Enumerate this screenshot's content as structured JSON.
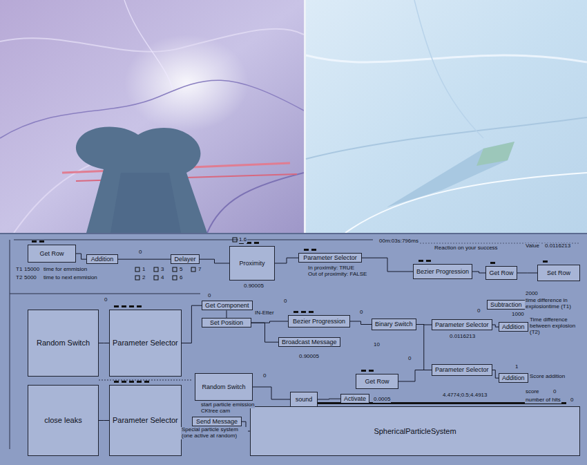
{
  "diagram": {
    "nodes": [
      {
        "text": [
          "Get Row"
        ]
      },
      {
        "text": [
          "Addition"
        ]
      },
      {
        "text": [
          "Delayer"
        ]
      },
      {
        "text": [
          "Proximity"
        ]
      },
      {
        "text": [
          "Parameter Selector"
        ]
      },
      {
        "text": [
          "Bezier Progression"
        ]
      },
      {
        "text": [
          "Get Row"
        ]
      },
      {
        "text": [
          "Set Row"
        ]
      },
      {
        "text": [
          "Random Switch"
        ]
      },
      {
        "text": [
          "Parameter Selector"
        ]
      },
      {
        "text": [
          "Get Component"
        ]
      },
      {
        "text": [
          "Set Position"
        ]
      },
      {
        "text": [
          "Bezier Progression"
        ]
      },
      {
        "text": [
          "Binary Switch"
        ]
      },
      {
        "text": [
          "Parameter Selector"
        ]
      },
      {
        "text": [
          "Subtraction"
        ]
      },
      {
        "text": [
          "Addition"
        ]
      },
      {
        "text": [
          "Broadcast Message"
        ]
      },
      {
        "text": [
          "Random Switch"
        ]
      },
      {
        "text": [
          "sound"
        ]
      },
      {
        "text": [
          "Get Row"
        ]
      },
      {
        "text": [
          "Parameter Selector"
        ]
      },
      {
        "text": [
          "Addition"
        ]
      },
      {
        "text": [
          "close leaks"
        ]
      },
      {
        "text": [
          "Parameter Selector"
        ]
      },
      {
        "text": [
          "Send Message"
        ]
      },
      {
        "text": [
          "SphericalParticleSystem"
        ]
      },
      {
        "text": [
          "Activate"
        ]
      }
    ],
    "edges": [
      {
        "from": 0,
        "to": 1,
        "arrow": "none"
      },
      {
        "from": 1,
        "to": 2,
        "arrow": "none"
      },
      {
        "from": 2,
        "to": 3,
        "arrow": "none"
      },
      {
        "from": 3,
        "to": 4,
        "arrow": "none"
      },
      {
        "from": 4,
        "to": 5,
        "arrow": "none"
      },
      {
        "from": 5,
        "to": 6,
        "arrow": "none"
      },
      {
        "from": 6,
        "to": 7,
        "arrow": "none"
      },
      {
        "from": 8,
        "to": 9,
        "arrow": "none"
      },
      {
        "from": 9,
        "to": 10,
        "arrow": "none"
      },
      {
        "from": 10,
        "to": 11,
        "arrow": "none"
      },
      {
        "from": 11,
        "to": 12,
        "arrow": "none"
      },
      {
        "from": 12,
        "to": 13,
        "arrow": "none"
      },
      {
        "from": 13,
        "to": 14,
        "arrow": "none"
      },
      {
        "from": 13,
        "to": 21,
        "arrow": "none"
      },
      {
        "from": 14,
        "to": 16,
        "arrow": "none"
      },
      {
        "from": 21,
        "to": 22,
        "arrow": "none"
      },
      {
        "from": 20,
        "to": 21,
        "arrow": "none"
      },
      {
        "from": 18,
        "to": 19,
        "arrow": "none"
      },
      {
        "from": 23,
        "to": 24,
        "arrow": "none"
      },
      {
        "from": 25,
        "to": 26,
        "arrow": "none"
      },
      {
        "from": 11,
        "to": 17,
        "arrow": "none"
      },
      {
        "from": 19,
        "to": 27,
        "arrow": "none"
      }
    ],
    "labels": [
      "T1",
      "15000",
      "time for emmision",
      "T2",
      "5000",
      "time to next emmision",
      "1",
      "3",
      "5",
      "7",
      "2",
      "4",
      "6",
      "1.6",
      "0.90005",
      "In proximity: TRUE",
      "Out of proximity: FALSE",
      "00m:03s:796ms",
      "Reaction on your success",
      "Value",
      "0.0116213",
      "2000",
      "time difference in explosiontime (T1)",
      "10",
      "0.0116213",
      "1000",
      "Time difference between explosion (T2)",
      "1",
      "Score addition",
      "4.4774;0.5;4.4913",
      "score",
      "0",
      "number of hits",
      "0",
      "IN-Etter",
      "0.90005",
      "0.0005",
      "start particle emission",
      "CKtree cam",
      "Special particle system (one active at random)",
      "0",
      "0",
      "0",
      "0",
      "0",
      "0",
      "0",
      "0"
    ]
  }
}
